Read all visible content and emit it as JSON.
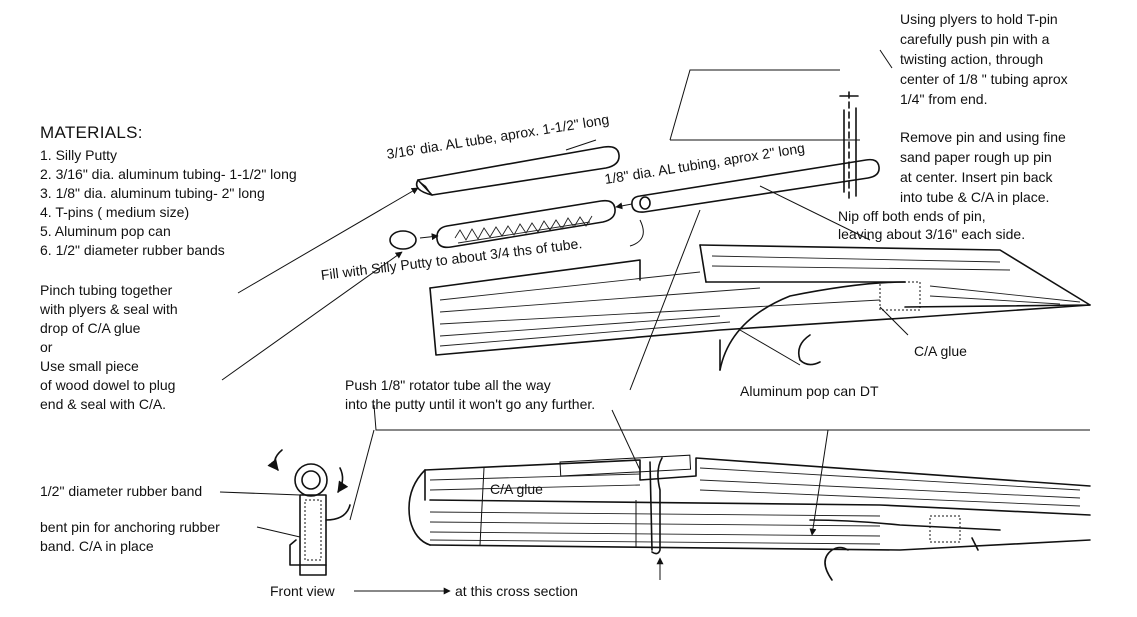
{
  "materials": {
    "heading": "MATERIALS:",
    "items": [
      "1.  Silly Putty",
      "2.  3/16\" dia. aluminum tubing- 1-1/2\" long",
      "3.  1/8\"  dia. aluminum tubing- 2\"  long",
      "4.  T-pins ( medium size)",
      "5.  Aluminum pop can",
      "6.  1/2\" diameter rubber bands"
    ]
  },
  "labels": {
    "tube_316": "3/16' dia. AL tube, aprox. 1-1/2\" long",
    "tube_18": "1/8\" dia. AL tubing, aprox 2\" long",
    "fill_putty": "Fill with Silly Putty to about 3/4 ths of tube.",
    "pinch_1": "Pinch tubing together",
    "pinch_2": "with plyers & seal with",
    "pinch_3": "drop of C/A glue",
    "pinch_4": "or",
    "pinch_5": "Use small piece",
    "pinch_6": "of wood dowel to plug",
    "pinch_7": "end & seal with C/A.",
    "tpin_1": "Using plyers to hold T-pin",
    "tpin_2": "carefully push  pin with a",
    "tpin_3": "twisting action, through",
    "tpin_4": "center of 1/8 \" tubing aprox",
    "tpin_5": "1/4\" from end.",
    "remove_1": "Remove pin and using fine",
    "remove_2": " sand paper rough up pin",
    "remove_3": " at  center.  Insert pin back",
    "remove_4": " into tube & C/A in place.",
    "nip_1": "Nip off both ends of pin,",
    "nip_2": "leaving about 3/16\" each side.",
    "ca_glue": "C/A glue",
    "ca_glue_2": "C/A glue",
    "popcan": "Aluminum pop can  DT",
    "push_1": "Push 1/8\" rotator tube all the way",
    "push_2": "into the putty until it won't go any further.",
    "rubber_band": "1/2\" diameter rubber band",
    "bent_pin_1": "bent pin for anchoring rubber",
    "bent_pin_2": "band.  C/A in place",
    "front_view": "Front view",
    "cross_section": "at this cross section"
  }
}
